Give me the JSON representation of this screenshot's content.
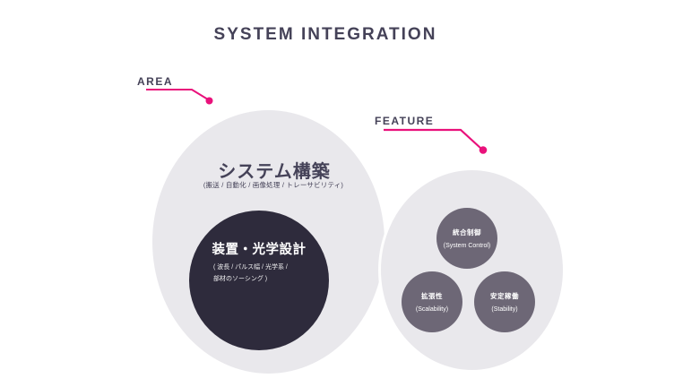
{
  "title": "SYSTEM INTEGRATION",
  "colors": {
    "accent_pink": "#E9117B",
    "ink": "#454258",
    "ellipse_fill": "#E9E8EC",
    "dark_circle_fill": "#2E2B3C",
    "feature_circle_fill": "#6D6776",
    "text_on_dark": "#FFFFFF"
  },
  "area": {
    "label": "AREA",
    "heading": "システム構築",
    "subtext": "(搬送 / 自動化 / 画像処理 / トレーサビリティ)",
    "circle": {
      "heading": "装置・光学設計",
      "subtext_line1": "( 波長 / パルス幅 / 光学系 /",
      "subtext_line2": "部材のソーシング )"
    }
  },
  "feature": {
    "label": "FEATURE",
    "circles": [
      {
        "jp": "統合制御",
        "en": "(System Control)"
      },
      {
        "jp": "拡張性",
        "en": "(Scalability)"
      },
      {
        "jp": "安定稼働",
        "en": "(Stability)"
      }
    ]
  }
}
